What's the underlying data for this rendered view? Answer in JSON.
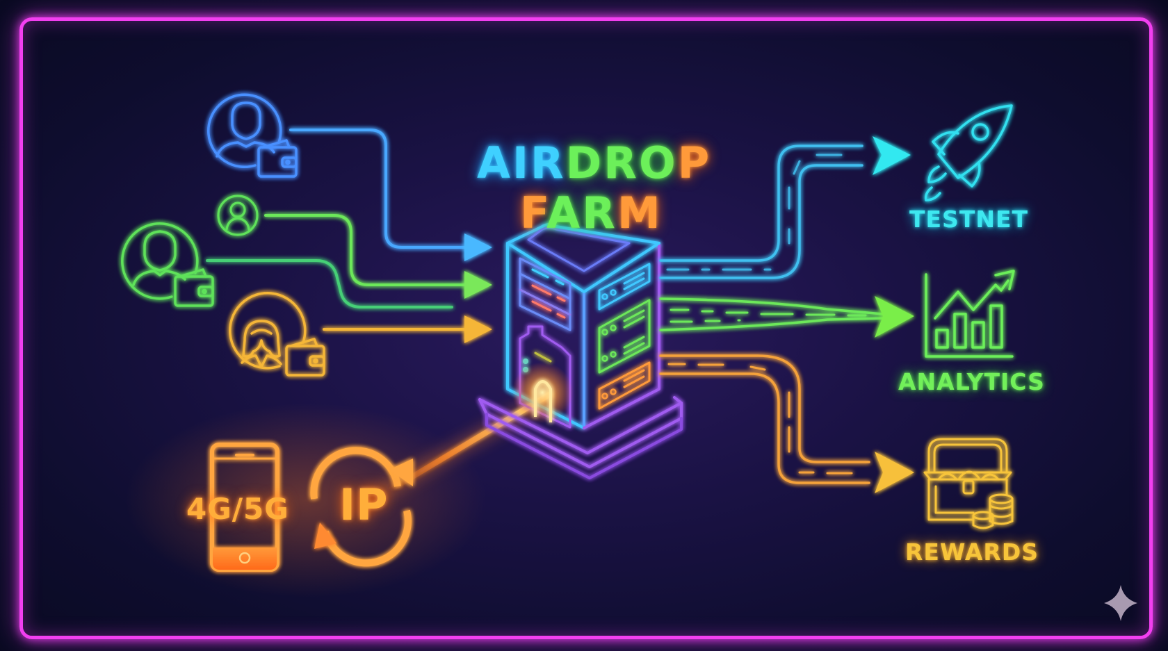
{
  "title": {
    "line1": [
      {
        "text": "AIR",
        "color": "cyan"
      },
      {
        "text": "DROP",
        "color": "green-orange"
      }
    ],
    "line1_full": "AIRDROP",
    "line2_full": "FARM",
    "segments": {
      "air": "AIR",
      "dr": "DR",
      "o": "O",
      "p": "P",
      "f": "F",
      "ar": "AR",
      "m": "M"
    }
  },
  "inputs": {
    "users": [
      {
        "id": "user-1",
        "icon": "user-wallet-icon",
        "color": "#4a90ff"
      },
      {
        "id": "user-2",
        "icon": "user-icon",
        "color": "#5ee25a"
      },
      {
        "id": "user-3",
        "icon": "user-wallet-icon",
        "color": "#5ee25a"
      },
      {
        "id": "user-4",
        "icon": "female-user-wallet-icon",
        "color": "#f5b638"
      }
    ],
    "network": {
      "mobile_label": "4G/5G",
      "ip_label": "IP",
      "mobile_icon": "smartphone-icon",
      "ip_icon": "rotate-ip-icon",
      "color": "#ff9a3a"
    }
  },
  "center": {
    "icon": "server-tower-icon"
  },
  "outputs": [
    {
      "label": "TESTNET",
      "icon": "rocket-icon",
      "color": "#30e0f0"
    },
    {
      "label": "ANALYTICS",
      "icon": "chart-growth-icon",
      "color": "#6cf05a"
    },
    {
      "label": "REWARDS",
      "icon": "treasure-chest-icon",
      "color": "#f7c43a"
    }
  ],
  "colors": {
    "frame": "#f23ff0",
    "background": "#14103a",
    "cyan": "#3fd0ff",
    "blue": "#4a90ff",
    "green": "#6cf05a",
    "orange": "#ff9a3a",
    "yellow": "#f7c43a",
    "purple": "#a05cf0"
  },
  "watermark": {
    "icon": "sparkle-icon"
  }
}
